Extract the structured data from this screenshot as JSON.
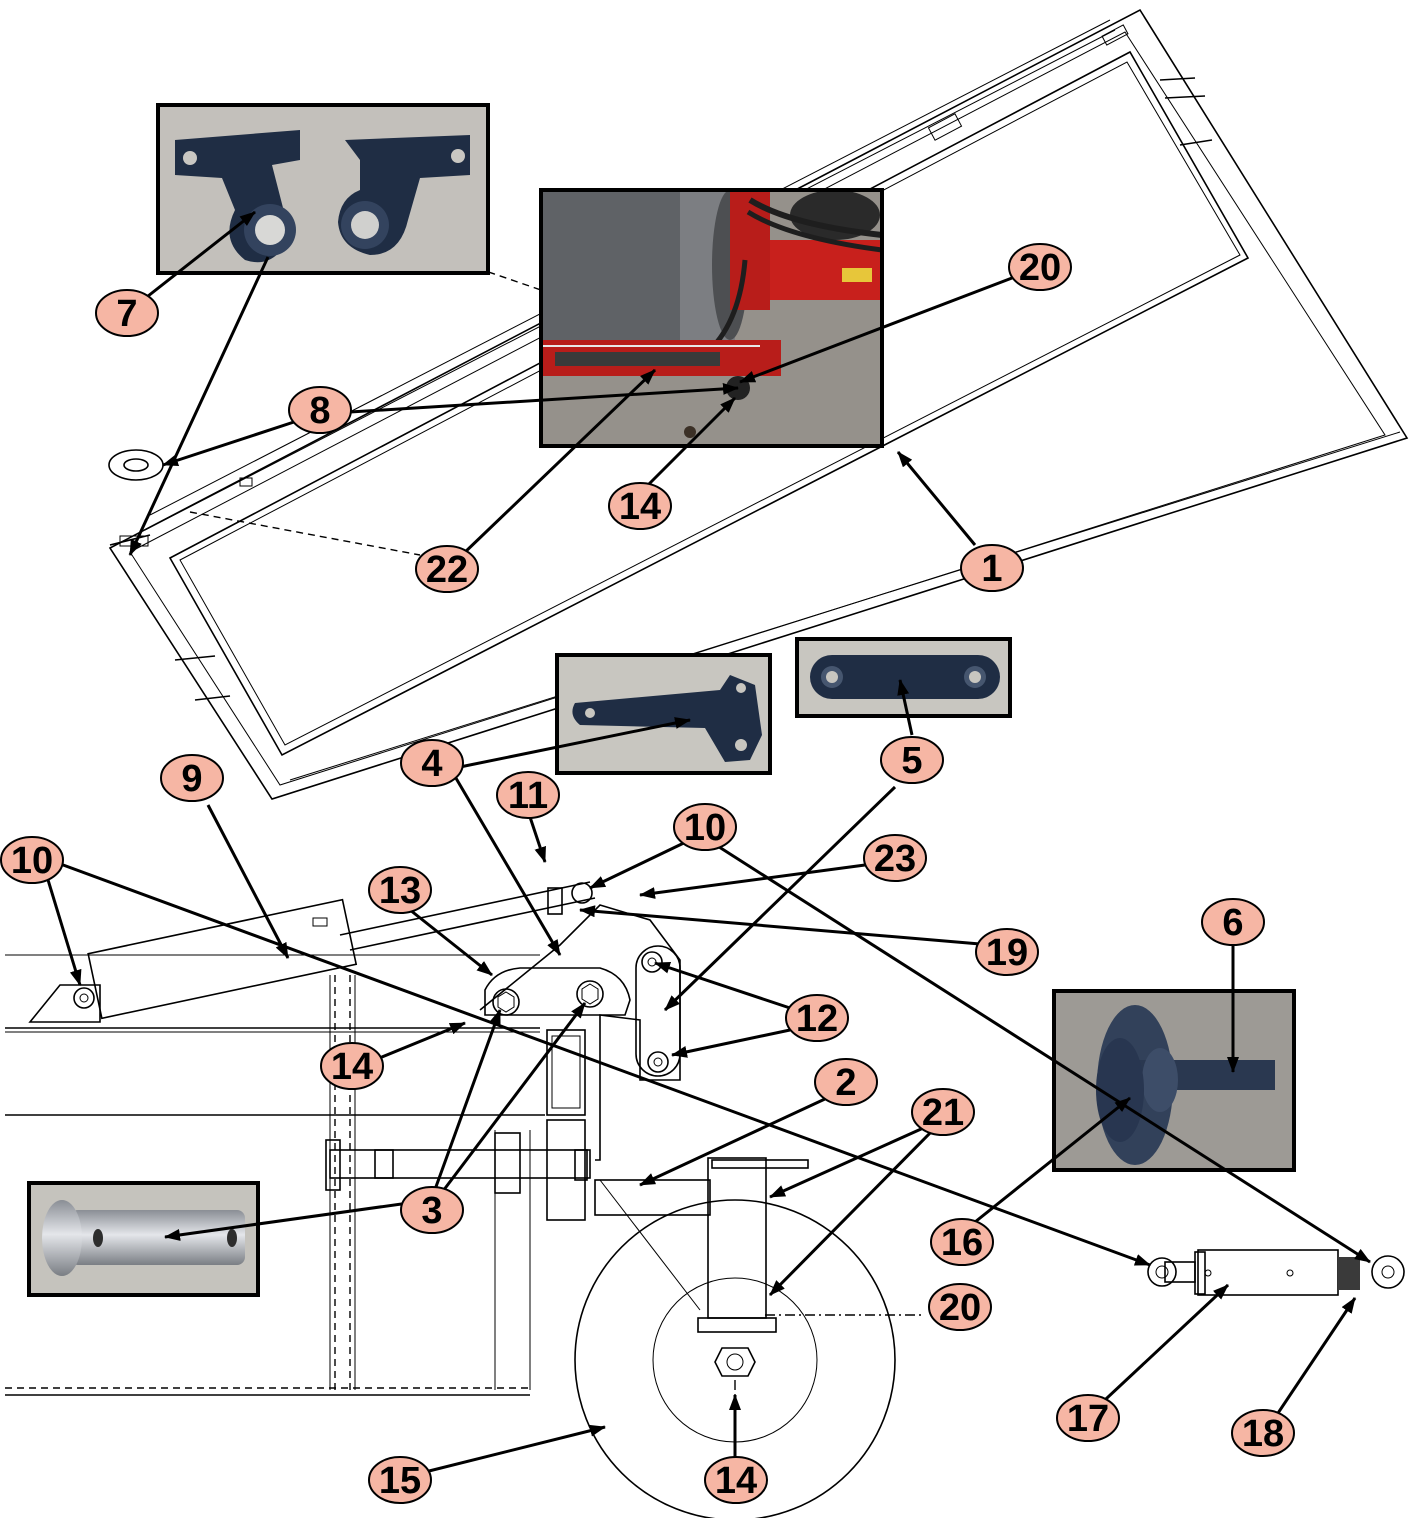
{
  "callouts": [
    {
      "id": "c7",
      "text": "7"
    },
    {
      "id": "c8",
      "text": "8"
    },
    {
      "id": "c20a",
      "text": "20"
    },
    {
      "id": "c14a",
      "text": "14"
    },
    {
      "id": "c22",
      "text": "22"
    },
    {
      "id": "c1",
      "text": "1"
    },
    {
      "id": "c4",
      "text": "4"
    },
    {
      "id": "c5",
      "text": "5"
    },
    {
      "id": "c9",
      "text": "9"
    },
    {
      "id": "c11",
      "text": "11"
    },
    {
      "id": "c10a",
      "text": "10"
    },
    {
      "id": "c10b",
      "text": "10"
    },
    {
      "id": "c23",
      "text": "23"
    },
    {
      "id": "c13",
      "text": "13"
    },
    {
      "id": "c19",
      "text": "19"
    },
    {
      "id": "c6",
      "text": "6"
    },
    {
      "id": "c12",
      "text": "12"
    },
    {
      "id": "c14b",
      "text": "14"
    },
    {
      "id": "c2",
      "text": "2"
    },
    {
      "id": "c21",
      "text": "21"
    },
    {
      "id": "c3",
      "text": "3"
    },
    {
      "id": "c16",
      "text": "16"
    },
    {
      "id": "c20b",
      "text": "20"
    },
    {
      "id": "c17",
      "text": "17"
    },
    {
      "id": "c18",
      "text": "18"
    },
    {
      "id": "c15",
      "text": "15"
    },
    {
      "id": "c14c",
      "text": "14"
    }
  ],
  "photo_insets": [
    {
      "name": "bracket-pair-photo",
      "part": "7"
    },
    {
      "name": "roller-hydraulic-photo",
      "part": "20"
    },
    {
      "name": "plate-arm-photo",
      "part": "4"
    },
    {
      "name": "link-bar-photo",
      "part": "5"
    },
    {
      "name": "spindle-hub-photo",
      "part": "6"
    },
    {
      "name": "pin-photo",
      "part": "3"
    }
  ]
}
